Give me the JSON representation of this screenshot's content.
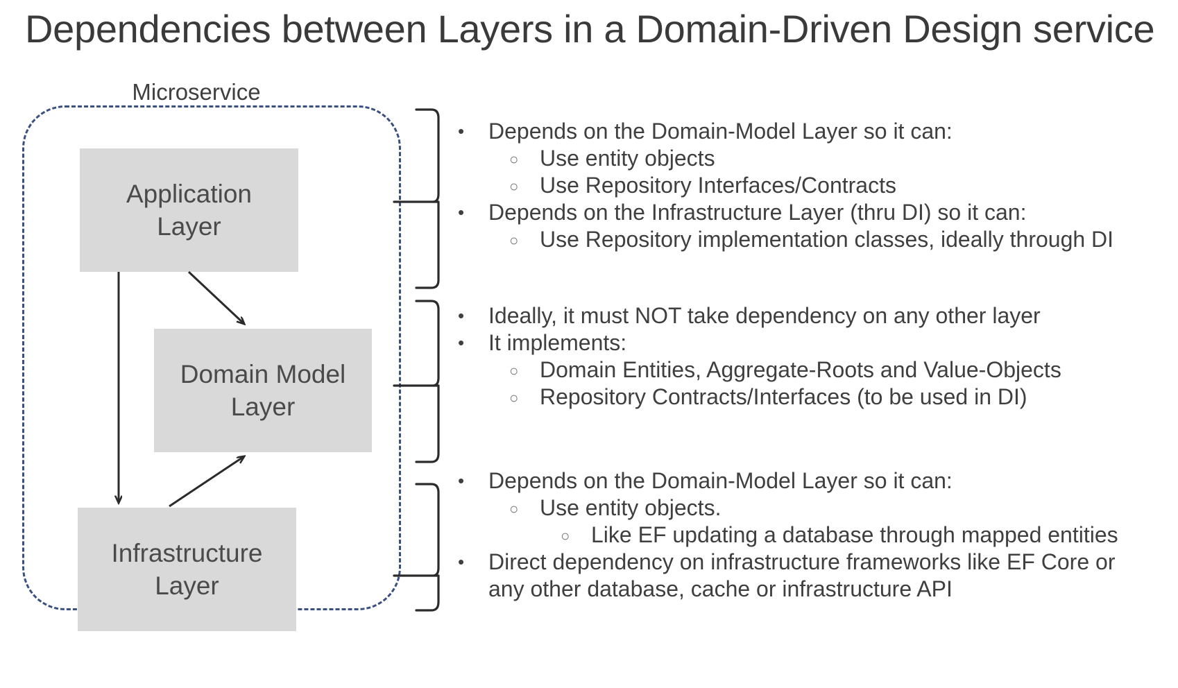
{
  "title": "Dependencies between Layers in a Domain-Driven Design service",
  "colors": {
    "boundary_dashed": "#3a5080",
    "box_fill": "#d9d9d9",
    "text": "#3f3f3f",
    "box_text": "#4a4a4a",
    "connector": "#2b2b2b",
    "background": "#ffffff"
  },
  "diagram": {
    "group_label": "Microservice",
    "boxes": [
      {
        "id": "application",
        "label": "Application\nLayer",
        "line1": "Application",
        "line2": "Layer"
      },
      {
        "id": "domain-model",
        "label": "Domain Model\nLayer",
        "line1": "Domain Model",
        "line2": "Layer"
      },
      {
        "id": "infrastructure",
        "label": "Infrastructure\nLayer",
        "line1": "Infrastructure",
        "line2": "Layer"
      }
    ],
    "connectors": [
      {
        "id": "application-to-infrastructure",
        "from": "application",
        "to": "infrastructure",
        "style": "straight-arrow",
        "direction": "down"
      },
      {
        "id": "application-to-domain-model",
        "from": "application",
        "to": "domain-model",
        "style": "diagonal-arrow",
        "direction": "down-right"
      },
      {
        "id": "infrastructure-to-domain-model",
        "from": "infrastructure",
        "to": "domain-model",
        "style": "diagonal-arrow",
        "direction": "up-right"
      }
    ]
  },
  "annotations": [
    {
      "id": "application-layer-notes",
      "brace": "left-curly-brace",
      "lines": [
        {
          "level": 1,
          "marker": "•",
          "text": "Depends on the Domain-Model Layer so it can:"
        },
        {
          "level": 2,
          "marker": "○",
          "text": "Use entity objects"
        },
        {
          "level": 2,
          "marker": "○",
          "text": "Use Repository Interfaces/Contracts"
        },
        {
          "level": 1,
          "marker": "•",
          "text": "Depends on the Infrastructure Layer (thru DI) so it can:"
        },
        {
          "level": 2,
          "marker": "○",
          "text": "Use Repository implementation classes, ideally through DI"
        }
      ]
    },
    {
      "id": "domain-model-layer-notes",
      "brace": "left-curly-brace",
      "lines": [
        {
          "level": 1,
          "marker": "•",
          "text": "Ideally, it must NOT take dependency on any other layer"
        },
        {
          "level": 1,
          "marker": "•",
          "text": "It implements:"
        },
        {
          "level": 2,
          "marker": "○",
          "text": "Domain Entities, Aggregate-Roots and Value-Objects"
        },
        {
          "level": 2,
          "marker": "○",
          "text": "Repository Contracts/Interfaces (to be used in DI)"
        }
      ]
    },
    {
      "id": "infrastructure-layer-notes",
      "brace": "left-curly-brace",
      "lines": [
        {
          "level": 1,
          "marker": "•",
          "text": "Depends on the Domain-Model Layer so it can:"
        },
        {
          "level": 2,
          "marker": "○",
          "text": "Use entity objects."
        },
        {
          "level": 3,
          "marker": "○",
          "text": "Like EF updating a database through mapped entities"
        },
        {
          "level": 1,
          "marker": "•",
          "text": "Direct dependency on infrastructure frameworks like EF Core or"
        },
        {
          "level": 0,
          "marker": "",
          "text": "any other database, cache or infrastructure API"
        }
      ]
    }
  ]
}
